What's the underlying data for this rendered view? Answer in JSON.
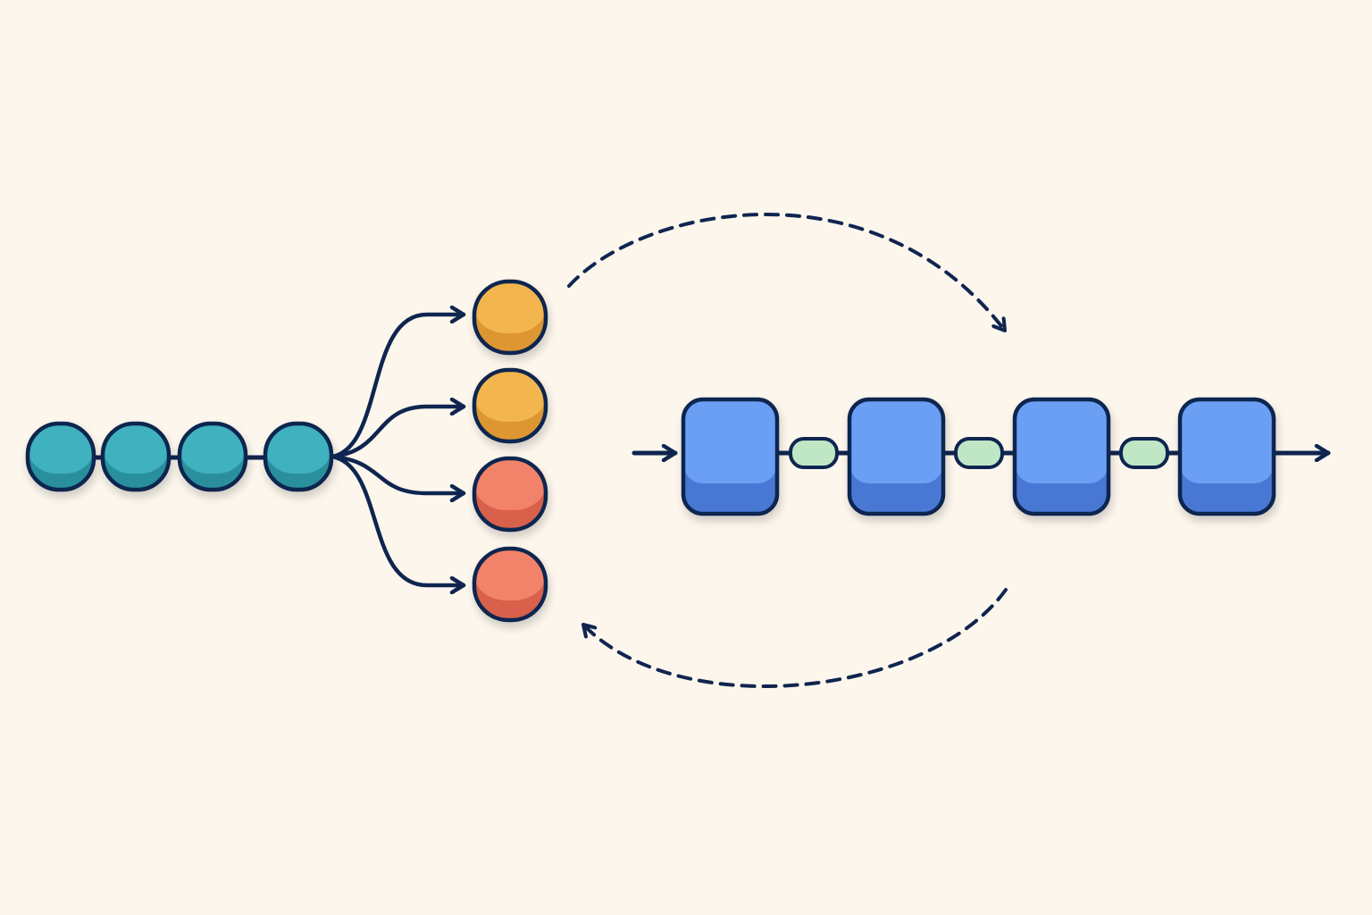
{
  "colors": {
    "background": "#fcf6ec",
    "outline": "#0f2550",
    "teal": "#3fb1be",
    "teal_dark": "#2a8f9c",
    "amber": "#f3b54d",
    "amber_dark": "#dd9632",
    "coral": "#f2826a",
    "coral_dark": "#d9614b",
    "blue": "#6b9ff4",
    "blue_dark": "#4a78d4",
    "mint": "#bfe7c6"
  },
  "diagram": {
    "source_chain": {
      "node_count": 4,
      "node_color": "teal"
    },
    "fanout_targets": [
      {
        "color": "amber"
      },
      {
        "color": "amber"
      },
      {
        "color": "coral"
      },
      {
        "color": "coral"
      }
    ],
    "pipeline": {
      "block_count": 4,
      "block_color": "blue",
      "connector_count": 3,
      "connector_color": "mint",
      "has_input_arrow": true,
      "has_output_arrow": true
    },
    "cycle_arrows": [
      {
        "from": "fanout_targets",
        "to": "pipeline",
        "style": "dashed"
      },
      {
        "from": "pipeline",
        "to": "fanout_targets",
        "style": "dashed"
      }
    ]
  }
}
